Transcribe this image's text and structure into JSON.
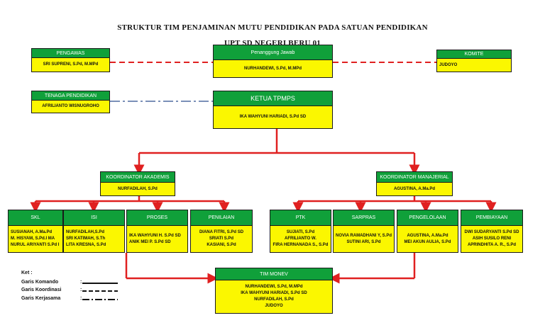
{
  "title_line1": "STRUKTUR TIM PENJAMINAN MUTU PENDIDIKAN PADA SATUAN PENDIDIKAN",
  "title_line2": "UPT SD NEGERI BERU 01",
  "pengawas": {
    "head": "PENGAWAS",
    "names": [
      "SRI SUPRENI, S.Pd, M.MPd"
    ]
  },
  "penanggung": {
    "head": "Penanggung Jawab",
    "names": [
      "NURHANDEWI, S.Pd, M.MPd"
    ]
  },
  "komite": {
    "head": "KOMITE",
    "names": [
      "JUDOYO"
    ]
  },
  "tendik": {
    "head": "TENAGA PENDIDIKAN",
    "names": [
      "AFRILIANTO WISNUGROHO"
    ]
  },
  "ketua": {
    "head": "KETUA TPMPS",
    "names": [
      "IKA WAHYUNI HARIADI, S.Pd SD"
    ]
  },
  "koor_akademis": {
    "head": "KOORDINATOR AKADEMIS",
    "names": [
      "NURFADILAH, S.Pd"
    ]
  },
  "koor_manajerial": {
    "head": "KOORDINATOR MANAJERIAL",
    "names": [
      "AGUSTINA, A.Ma.Pd"
    ]
  },
  "skl": {
    "head": "SKL",
    "names": [
      "SUSIANAH, A.Ma.Pd",
      "M. HISYAM, S.Pd.I MA",
      "NURUL ARIYANTI S.Pd I"
    ]
  },
  "isi": {
    "head": "ISI",
    "names": [
      "NURFADILAH,S.Pd",
      "SRI KATIMAH, S.Th",
      "LITA KRESNA, S.Pd"
    ]
  },
  "proses": {
    "head": "PROSES",
    "names": [
      "IKA WAHYUNI H. S.Pd SD",
      "ANIK MEI P. S.Pd SD"
    ]
  },
  "penilaian": {
    "head": "PENILAIAN",
    "names": [
      "DIANA FITRI, S.Pd SD",
      "SRIATI S.Pd",
      "KASIANI, S.Pd"
    ]
  },
  "ptk": {
    "head": "PTK",
    "names": [
      "SUJIATI, S.Pd",
      "AFRILIANTO W.",
      "FIRA HERNANADA S., S.Pd"
    ]
  },
  "sarpras": {
    "head": "SARPRAS",
    "names": [
      "NOVIA RAMADHANI Y, S.Pd",
      "SUTINI ARI, S.Pd"
    ]
  },
  "pengelolaan": {
    "head": "PENGELOLAAN",
    "names": [
      "AGUSTINA, A.Ma.Pd",
      "MEI AKUN AULIA, S.Pd"
    ]
  },
  "pembiayaan": {
    "head": "PEMBIAYAAN",
    "names": [
      "DWI SUDARYANTI S.Pd SD",
      "ASIH SUSILO RENI",
      "APRINDHITA A. R., S.Pd"
    ]
  },
  "monev": {
    "head": "TIM MONEV",
    "names": [
      "NURHANDEWI, S.Pd, M.MPd",
      "IKA WAHYUNI HARIADI, S.Pd SD",
      "NURFADILAH, S.Pd",
      "JUDOYO"
    ]
  },
  "legend": {
    "title": "Ket :",
    "items": [
      {
        "label": "Garis Komando",
        "sep": ":"
      },
      {
        "label": "Garis Koordinasi",
        "sep": ":"
      },
      {
        "label": "Garis Kerjasama",
        "sep": ":"
      }
    ]
  },
  "colors": {
    "line": "#e02020",
    "dash_blue": "#7a90b8",
    "header": "#10a03a",
    "body": "#fbf700"
  }
}
